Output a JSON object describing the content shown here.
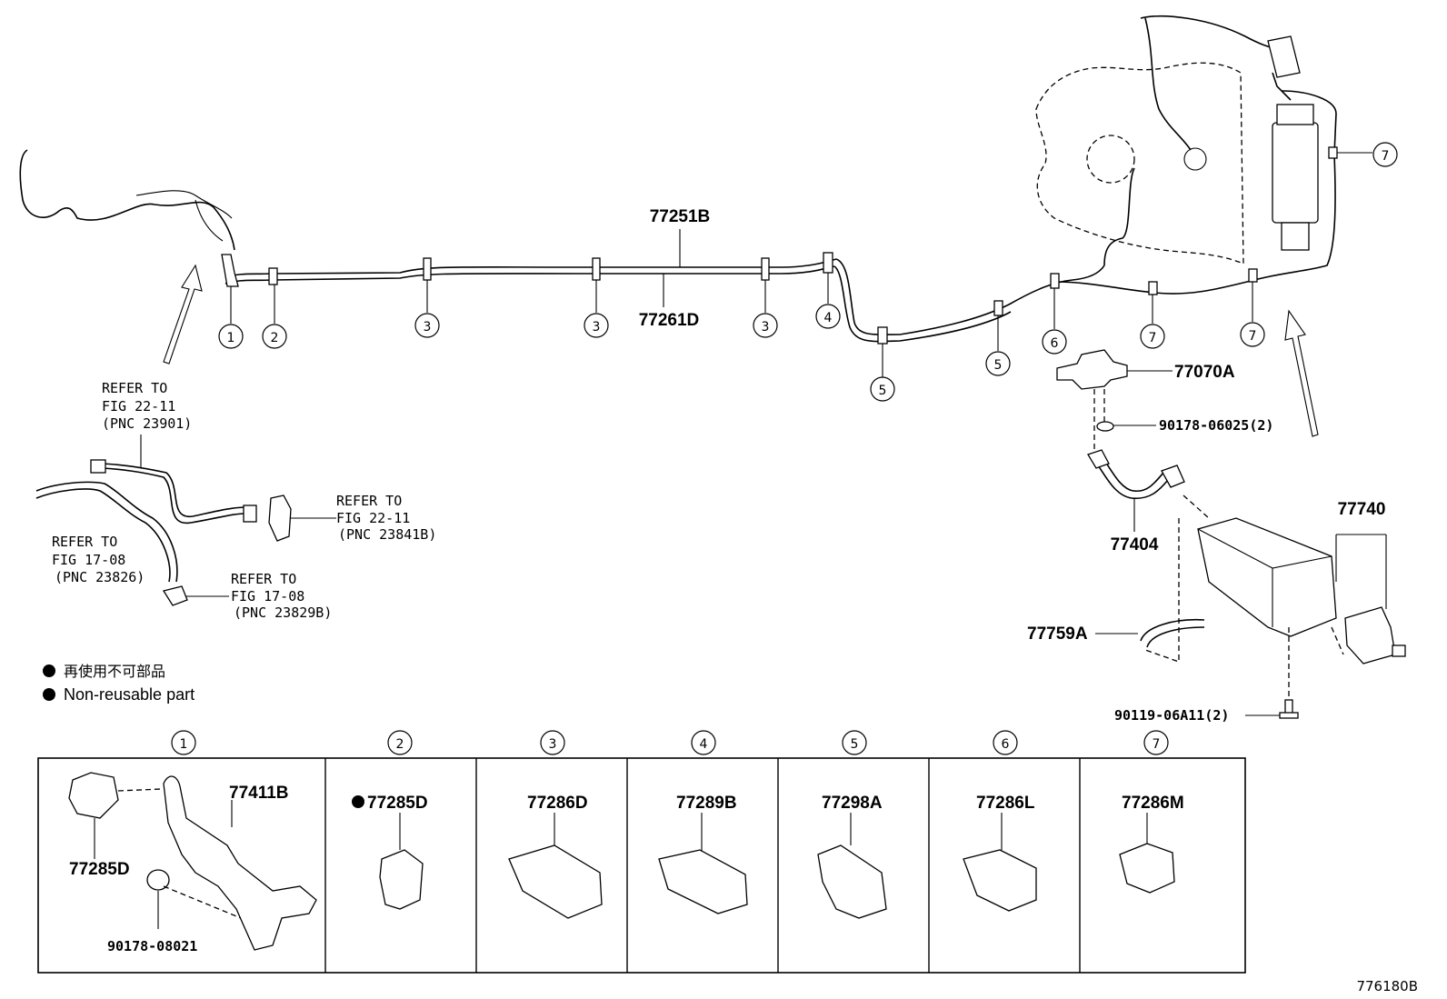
{
  "labels": {
    "p77251B": "77251B",
    "p77261D": "77261D",
    "p77070A": "77070A",
    "p90178_06025": "90178-06025(2)",
    "p77404": "77404",
    "p77740": "77740",
    "p77759A": "77759A",
    "p90119": "90119-06A11(2)",
    "p77411B": "77411B",
    "p77285D_a": "77285D",
    "p90178_08021": "90178-08021",
    "p77285D_b": "77285D",
    "p77286D": "77286D",
    "p77289B": "77289B",
    "p77298A": "77298A",
    "p77286L": "77286L",
    "p77286M": "77286M",
    "figure_code": "776180B"
  },
  "refs": {
    "r1_l1": "REFER TO",
    "r1_l2": "FIG 22-11",
    "r1_l3": "(PNC 23901)",
    "r2_l1": "REFER TO",
    "r2_l2": "FIG 22-11",
    "r2_l3": "(PNC 23841B)",
    "r3_l1": "REFER TO",
    "r3_l2": "FIG 17-08",
    "r3_l3": "(PNC 23826)",
    "r4_l1": "REFER TO",
    "r4_l2": "FIG 17-08",
    "r4_l3": "(PNC 23829B)"
  },
  "legend": {
    "jp": "再使用不可部品",
    "en": "Non-reusable part"
  },
  "callouts": {
    "c1": "1",
    "c2": "2",
    "c3": "3",
    "c4": "4",
    "c5": "5",
    "c6": "6",
    "c7": "7"
  },
  "table_headers": [
    "1",
    "2",
    "3",
    "4",
    "5",
    "6",
    "7"
  ]
}
